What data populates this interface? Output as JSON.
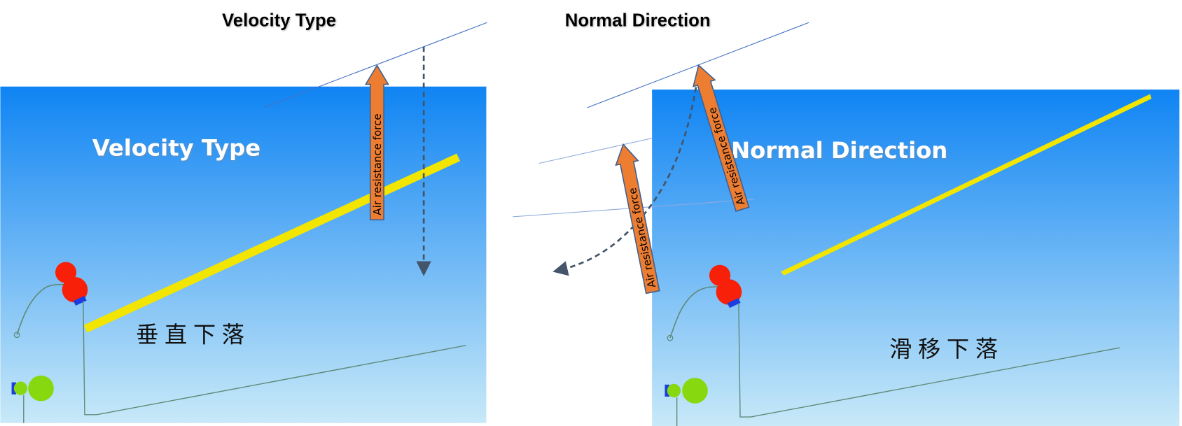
{
  "left": {
    "title": "Velocity Type",
    "panel_label": "Velocity Type",
    "force_label": "Air resistance force",
    "caption": "垂直下落"
  },
  "right": {
    "title": "Normal Direction",
    "panel_label": "Normal Direction",
    "force_label_1": "Air resistance force",
    "force_label_2": "Air resistance force",
    "caption": "滑移下落"
  },
  "colors": {
    "sky_top": "#0f84f3",
    "sky_bottom": "#c8e9f8",
    "arrow_fill": "#ed7d31",
    "arrow_stroke": "#41608f",
    "beam": "#f2e600",
    "ball_red": "#f82008",
    "ball_green": "#88d810",
    "dashed": "#44546a"
  }
}
